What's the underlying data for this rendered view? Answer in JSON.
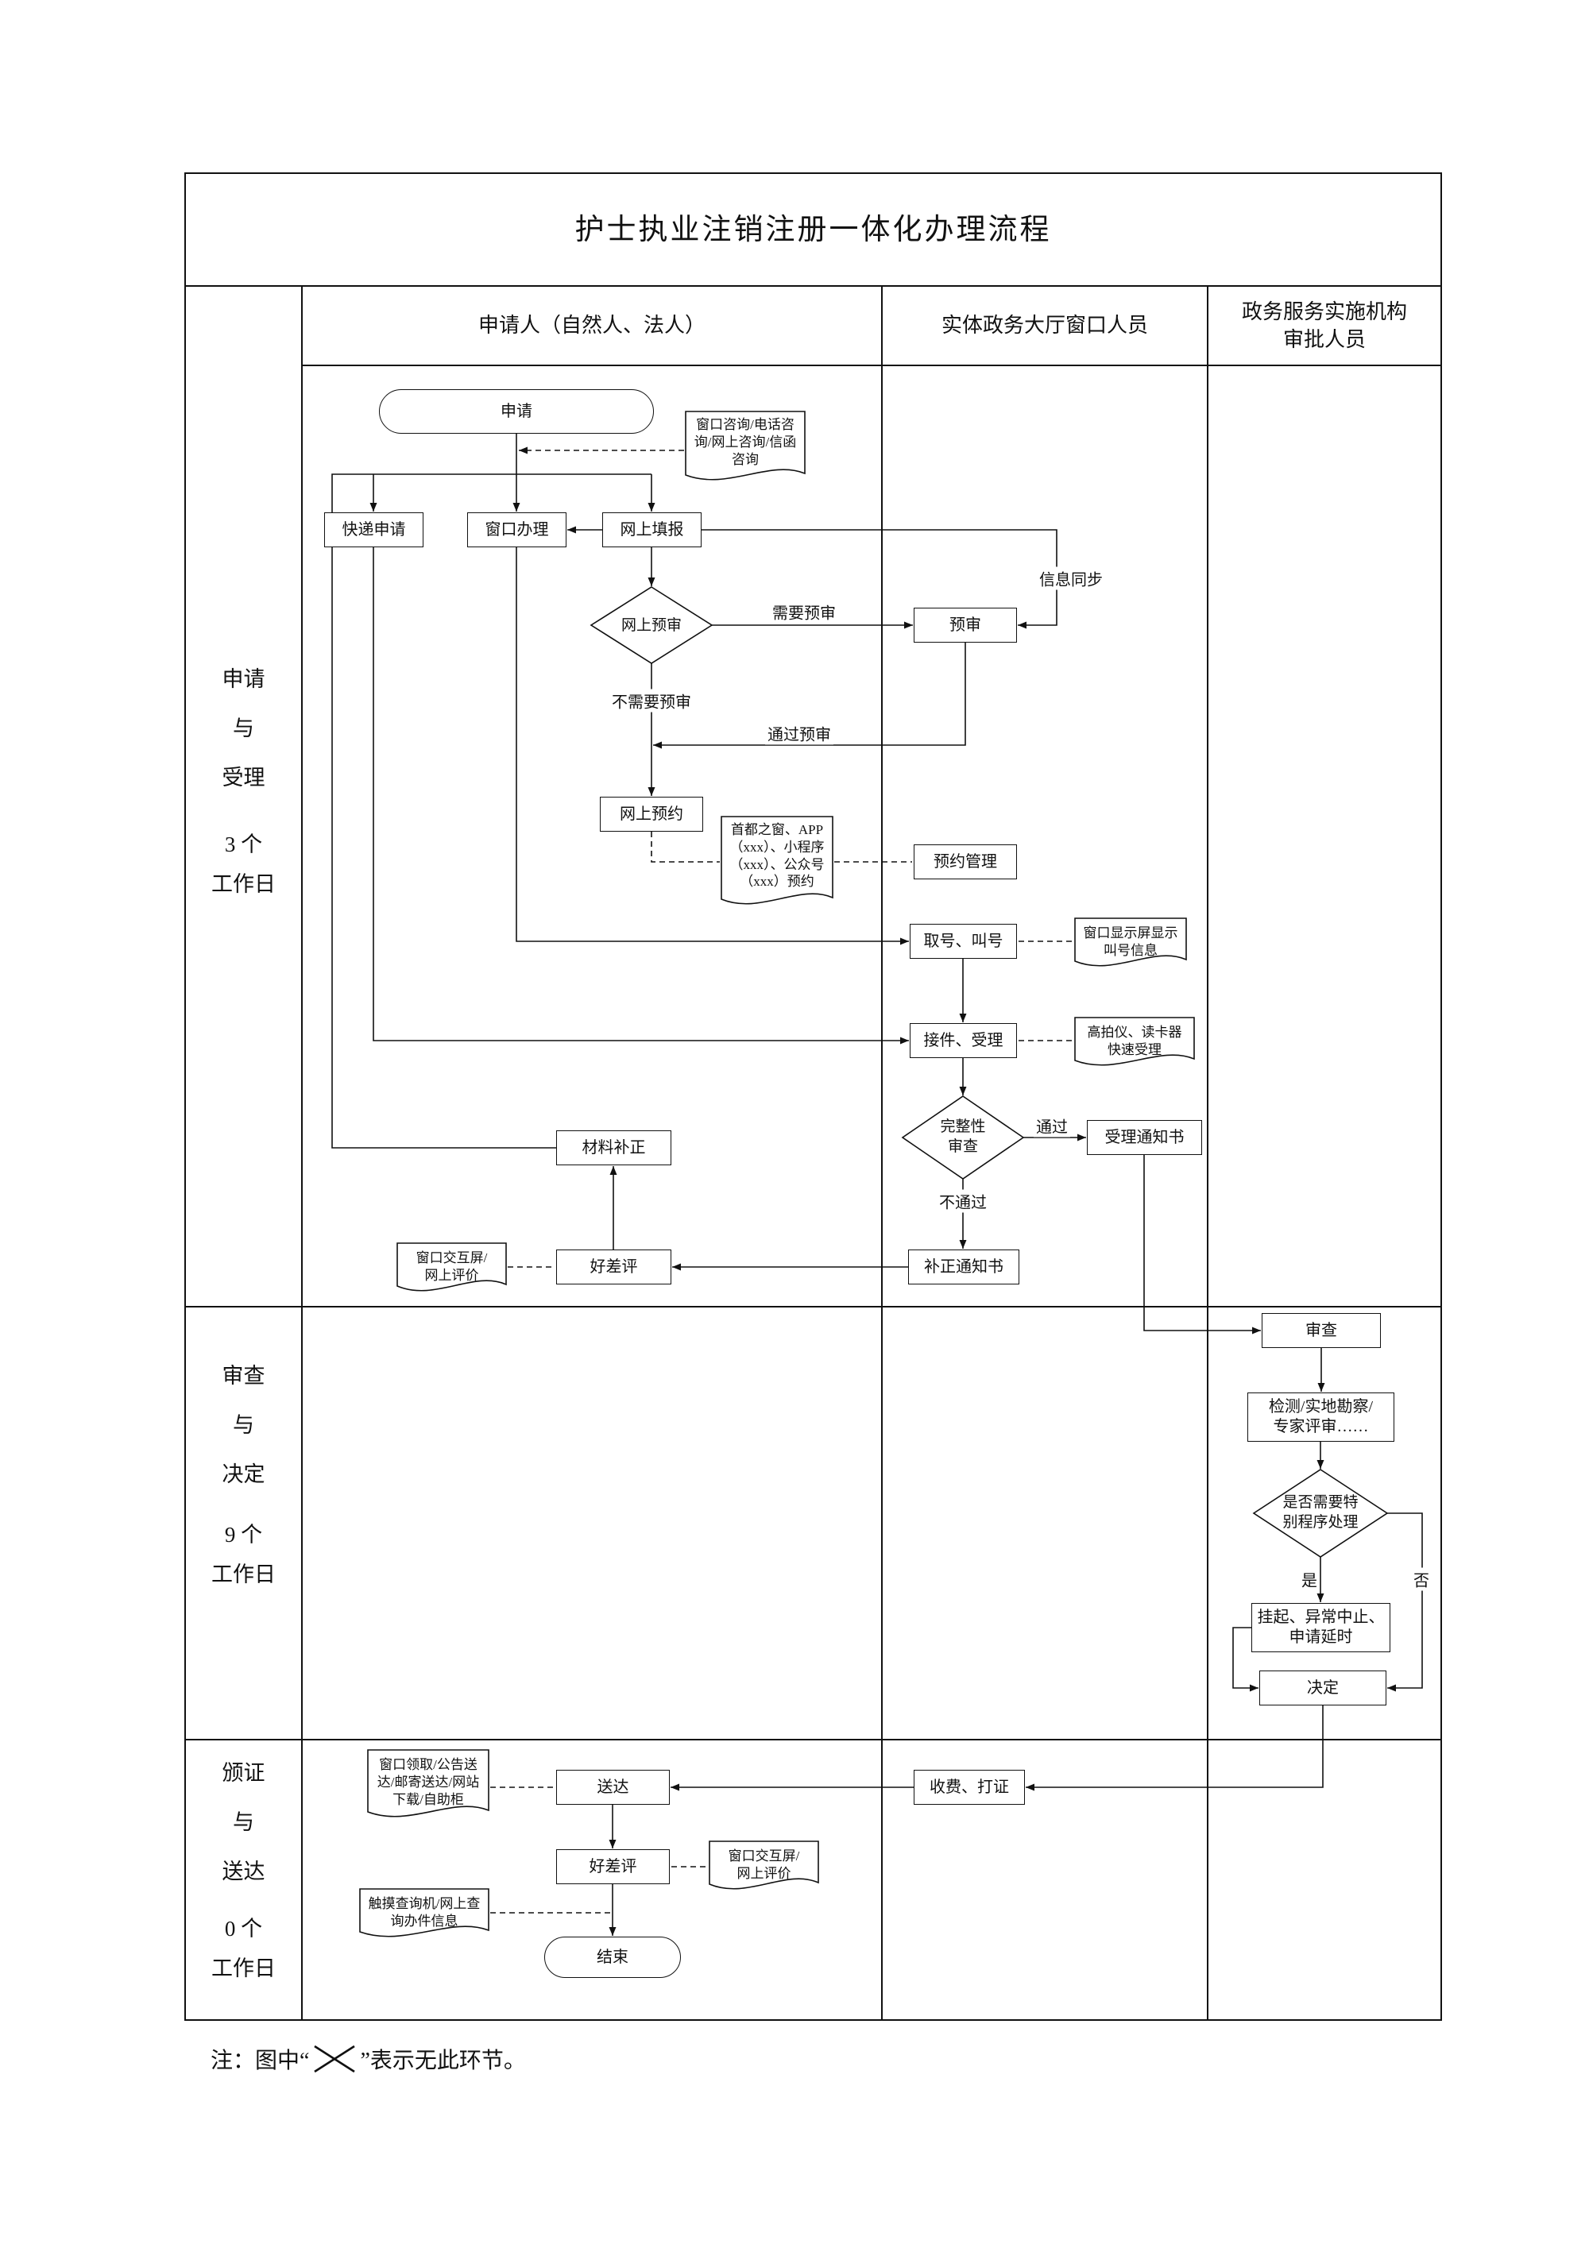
{
  "title": "护士执业注销注册一体化办理流程",
  "colors": {
    "ink": "#111111",
    "background": "#ffffff"
  },
  "header": {
    "col_applicant": "申请人（自然人、法人）",
    "col_window": "实体政务大厅窗口人员",
    "col_approver": "政务服务实施机构\n审批人员"
  },
  "phases": [
    {
      "name": "申请\n与\n受理",
      "duration": "3 个\n工作日"
    },
    {
      "name": "审查\n与\n决定",
      "duration": "9 个\n工作日"
    },
    {
      "name": "颁证\n与\n送达",
      "duration": "0 个\n工作日"
    }
  ],
  "nodes": {
    "start": "申请",
    "express_apply": "快递申请",
    "window_handle": "窗口办理",
    "online_fill": "网上填报",
    "online_precheck": "网上预审",
    "precheck": "预审",
    "online_booking": "网上预约",
    "booking_mgmt": "预约管理",
    "take_number": "取号、叫号",
    "accept": "接件、受理",
    "completeness": "完整性\n审查",
    "accept_notice": "受理通知书",
    "correction_notice": "补正通知书",
    "material_correction": "材料补正",
    "rating1": "好差评",
    "review": "审查",
    "inspection": "检测/实地勘察/\n专家评审……",
    "special_check": "是否需要特\n别程序处理",
    "suspend": "挂起、异常中止、\n申请延时",
    "decision": "决定",
    "charge_print": "收费、打证",
    "delivery": "送达",
    "rating2": "好差评",
    "end": "结束"
  },
  "notes": {
    "consult": "窗口咨询/电话咨\n询/网上咨询/信函\n咨询",
    "booking_channels": "首都之窗、APP\n（xxx）、小程序\n（xxx）、公众号\n（xxx）预约",
    "call_display": "窗口显示屏显示\n叫号信息",
    "fast_accept": "高拍仪、读卡器\n快速受理",
    "rating_channel1": "窗口交互屏/\n网上评价",
    "delivery_channels": "窗口领取/公告送\n达/邮寄送达/网站\n下载/自助柜",
    "rating_channel2": "窗口交互屏/\n网上评价",
    "query_info": "触摸查询机/网上查\n询办件信息"
  },
  "edge_labels": {
    "info_sync": "信息同步",
    "need_precheck": "需要预审",
    "no_need_precheck": "不需要预审",
    "pass_precheck": "通过预审",
    "pass": "通过",
    "fail": "不通过",
    "yes": "是",
    "no": "否"
  },
  "footnote": {
    "prefix": "注：图中“",
    "suffix": "”表示无此环节。"
  }
}
